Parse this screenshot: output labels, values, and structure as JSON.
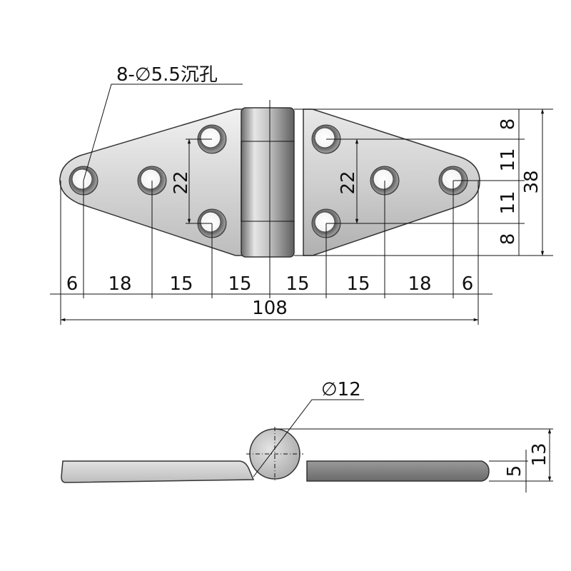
{
  "top_view": {
    "hole_callout": "8-∅5.5沉孔",
    "horizontal_dims": [
      "6",
      "18",
      "15",
      "15",
      "15",
      "15",
      "18",
      "6"
    ],
    "overall_width": "108",
    "left_vertical": "22",
    "right_vertical": "22",
    "right_stack": [
      "8",
      "11",
      "11",
      "8"
    ],
    "overall_height": "38"
  },
  "side_view": {
    "knuckle_callout": "∅12",
    "plate_thickness": "5",
    "overall_height": "13"
  },
  "colors": {
    "line": "#111111",
    "plate_light": "#d8d8d8",
    "plate_dark": "#8a8a8a",
    "knuckle": "#c4c4c4"
  }
}
